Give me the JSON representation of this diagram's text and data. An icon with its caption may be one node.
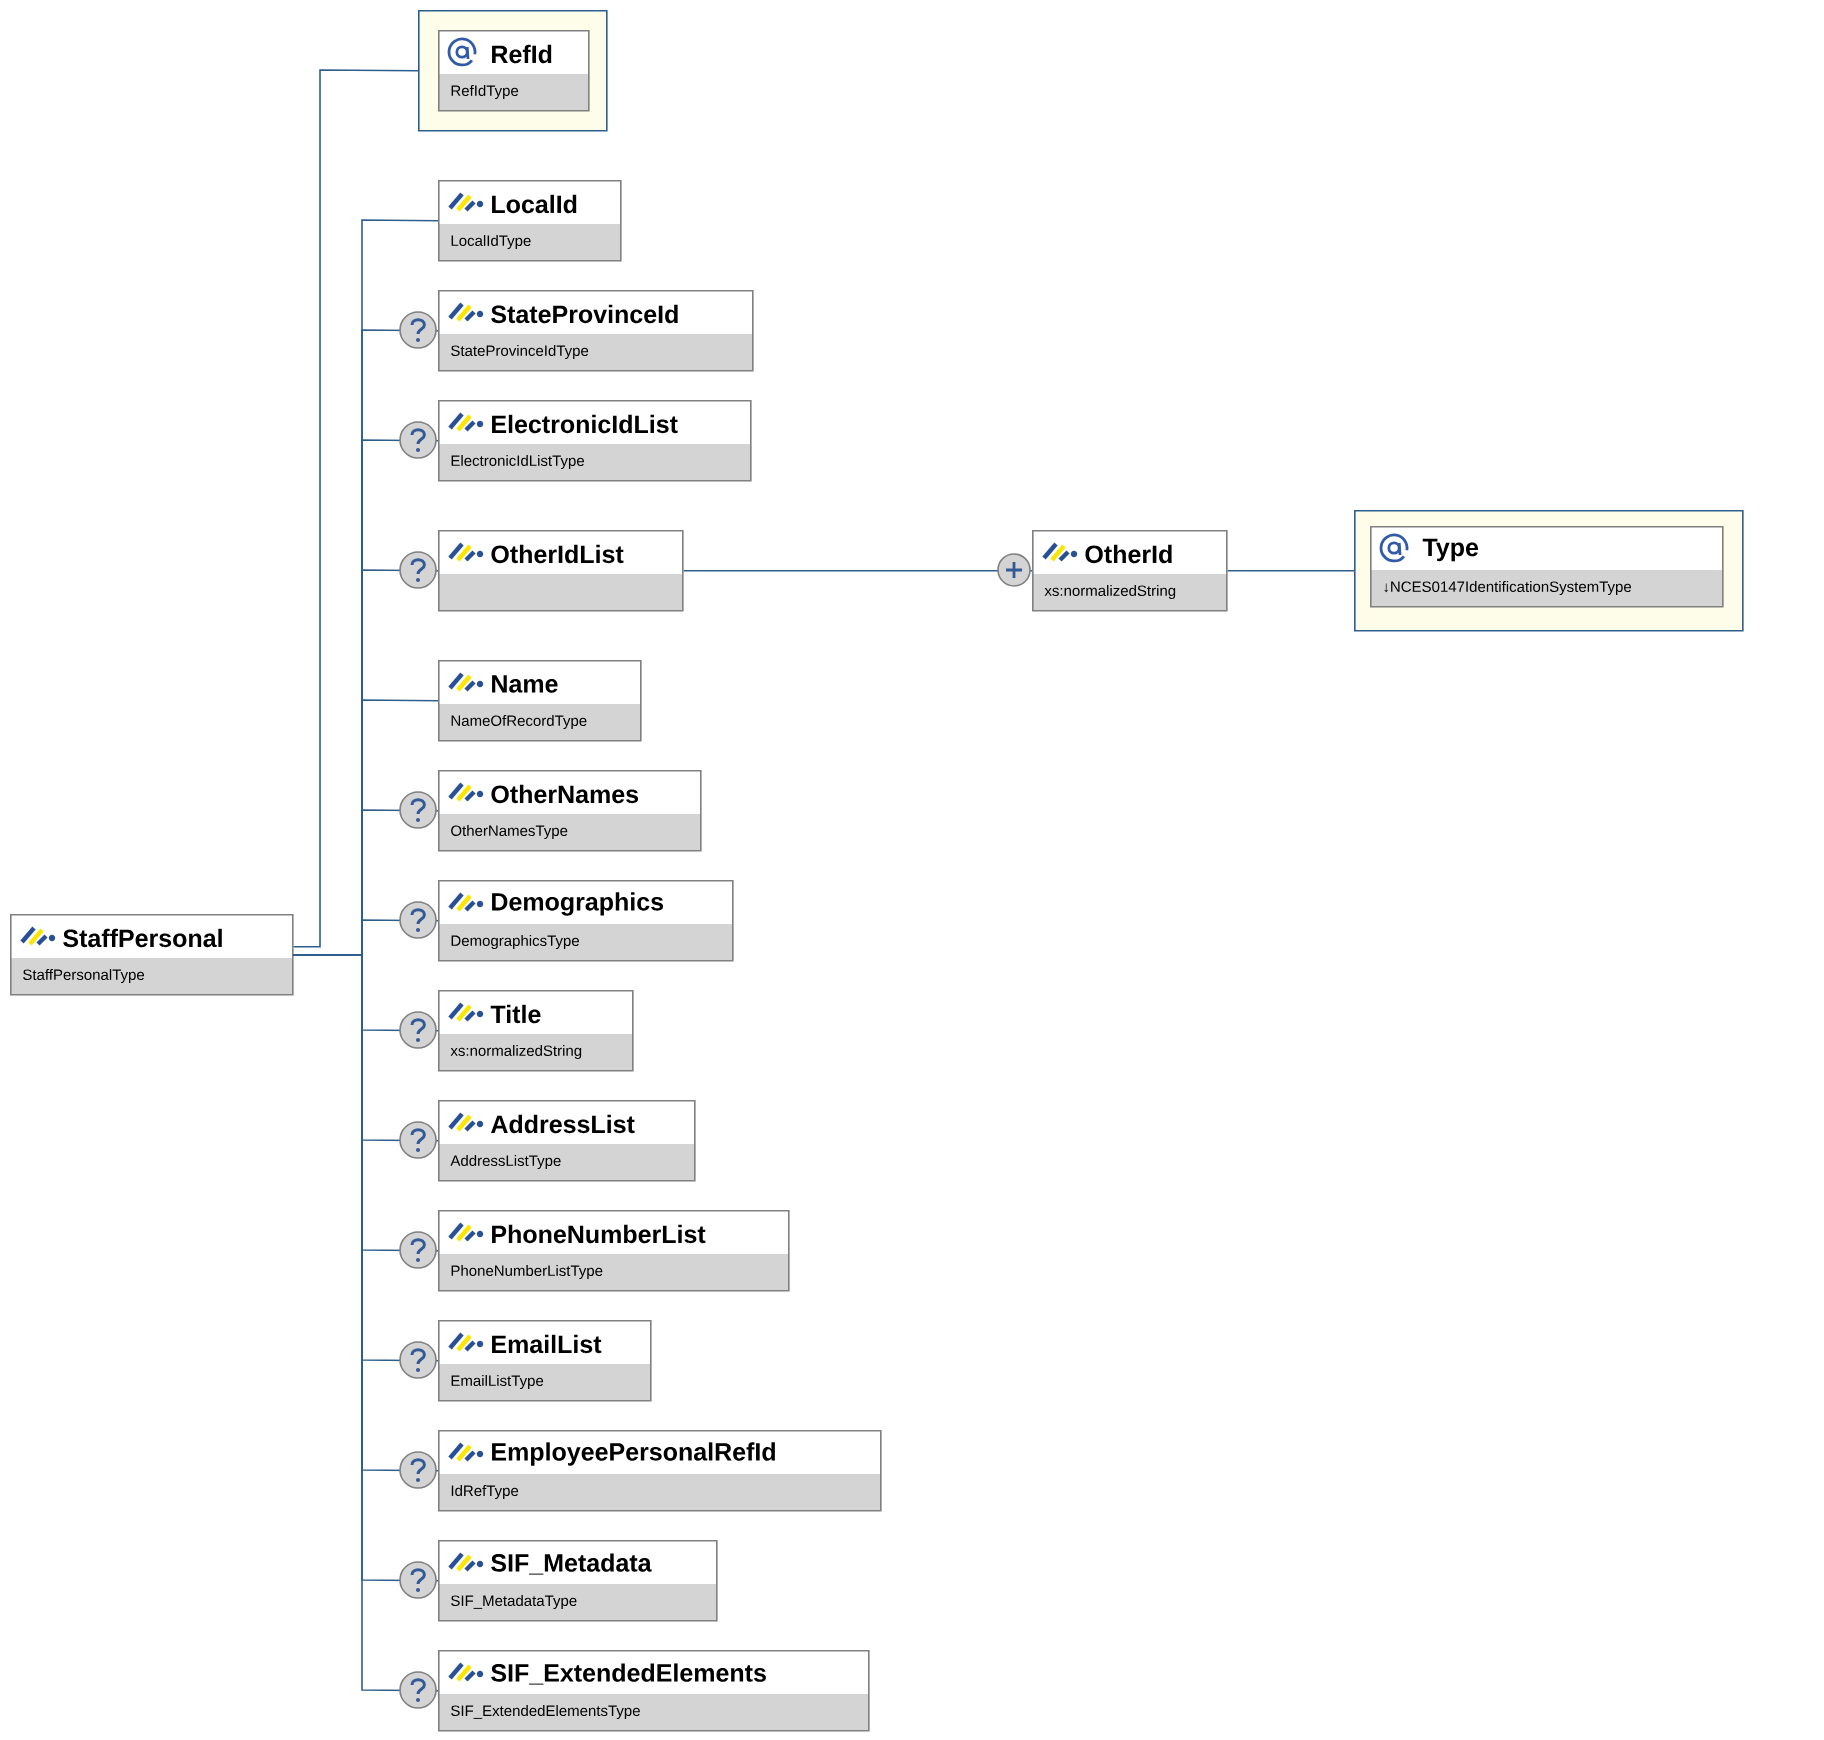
{
  "diagram": {
    "nodes": [
      {
        "text": [
          "StaffPersonal",
          "StaffPersonalType"
        ]
      },
      {
        "text": [],
        "shape": "box"
      },
      {
        "text": [
          "RefId",
          "RefIdType"
        ],
        "in": 1
      },
      {
        "text": [
          "LocalId",
          "LocalIdType"
        ]
      },
      {
        "text": [
          "StateProvinceId",
          "StateProvinceIdType"
        ]
      },
      {
        "text": [
          "ElectronicIdList",
          "ElectronicIdListType"
        ]
      },
      {
        "text": [
          "OtherIdList"
        ]
      },
      {
        "text": [
          "OtherId",
          "xs:normalizedString"
        ]
      },
      {
        "text": [],
        "shape": "box"
      },
      {
        "text": [
          "Type",
          "↓NCES0147IdentificationSystemType"
        ],
        "in": 8
      },
      {
        "text": [
          "Name",
          "NameOfRecordType"
        ]
      },
      {
        "text": [
          "OtherNames",
          "OtherNamesType"
        ]
      },
      {
        "text": [
          "Demographics",
          "DemographicsType"
        ]
      },
      {
        "text": [
          "Title",
          "xs:normalizedString"
        ]
      },
      {
        "text": [
          "AddressList",
          "AddressListType"
        ]
      },
      {
        "text": [
          "PhoneNumberList",
          "PhoneNumberListType"
        ]
      },
      {
        "text": [
          "EmailList",
          "EmailListType"
        ]
      },
      {
        "text": [
          "EmployeePersonalRefId",
          "IdRefType"
        ]
      },
      {
        "text": [
          "SIF_Metadata",
          "SIF_MetadataType"
        ]
      },
      {
        "text": [
          "SIF_ExtendedElements",
          "SIF_ExtendedElementsType"
        ]
      }
    ],
    "edges": [
      {
        "from": 0,
        "to": 1,
        "arrow": "none"
      },
      {
        "from": 0,
        "to": 3,
        "arrow": "none"
      },
      {
        "from": 0,
        "to": 4,
        "arrow": "none"
      },
      {
        "from": 0,
        "to": 5,
        "arrow": "none"
      },
      {
        "from": 0,
        "to": 6,
        "arrow": "none"
      },
      {
        "from": 0,
        "to": 10,
        "arrow": "none"
      },
      {
        "from": 0,
        "to": 11,
        "arrow": "none"
      },
      {
        "from": 0,
        "to": 12,
        "arrow": "none"
      },
      {
        "from": 0,
        "to": 13,
        "arrow": "none"
      },
      {
        "from": 0,
        "to": 14,
        "arrow": "none"
      },
      {
        "from": 0,
        "to": 15,
        "arrow": "none"
      },
      {
        "from": 0,
        "to": 16,
        "arrow": "none"
      },
      {
        "from": 0,
        "to": 17,
        "arrow": "none"
      },
      {
        "from": 0,
        "to": 18,
        "arrow": "none"
      },
      {
        "from": 0,
        "to": 19,
        "arrow": "none"
      },
      {
        "from": 6,
        "to": 7,
        "arrow": "none"
      },
      {
        "from": 7,
        "to": 8,
        "arrow": "none"
      }
    ]
  }
}
